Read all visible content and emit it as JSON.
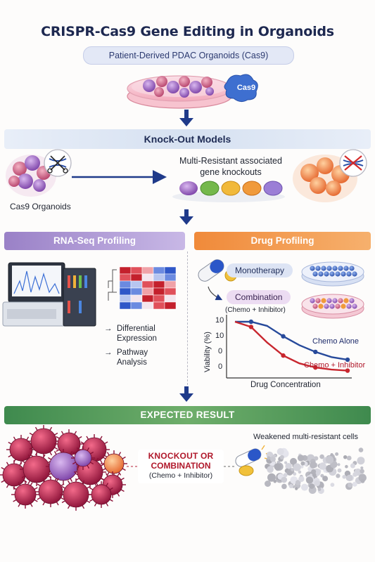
{
  "title": "CRISPR-Cas9 Gene Editing in Organoids",
  "source_pill": "Patient-Derived PDAC Organoids (Cas9)",
  "cas9_badge": "Cas9",
  "knockout": {
    "band": "Knock-Out Models",
    "organoids_label": "Cas9 Organoids",
    "multi_label_line1": "Multi-Resistant associated",
    "multi_label_line2": "gene knockouts"
  },
  "rna": {
    "band": "RNA-Seq Profiling",
    "bullet1_line1": "Differential",
    "bullet1_line2": "Expression",
    "bullet2_line1": "Pathway",
    "bullet2_line2": "Analysis"
  },
  "drug": {
    "band": "Drug Profiling",
    "monotherapy": "Monotherapy",
    "combination": "Combination",
    "combination_sub": "(Chemo + Inhibitor)"
  },
  "chart_data": {
    "type": "line",
    "xlabel": "Drug Concentration",
    "ylabel": "Viability (%)",
    "y_tick_labels": [
      "10",
      "10",
      "0",
      "0"
    ],
    "series": [
      {
        "name": "Chemo Alone",
        "color": "#274a9b",
        "x": [
          0,
          1,
          2,
          3,
          4,
          5,
          6,
          7
        ],
        "values": [
          100,
          100,
          92,
          72,
          55,
          42,
          32,
          27
        ]
      },
      {
        "name": "Chemo + Inhibitor",
        "color": "#c8262e",
        "x": [
          0,
          1,
          2,
          3,
          4,
          5,
          6,
          7
        ],
        "values": [
          100,
          90,
          60,
          35,
          20,
          12,
          8,
          6
        ]
      }
    ]
  },
  "result": {
    "band": "EXPECTED RESULT",
    "ko_line1": "KNOCKOUT OR",
    "ko_line2": "COMBINATION",
    "ko_sub": "(Chemo + Inhibitor)",
    "weakened": "Weakened multi-resistant cells"
  },
  "colors": {
    "navy": "#1d2850",
    "arrow_blue": "#1f3a8a",
    "purple_band": "#9a81c7",
    "orange_band": "#f08a3a",
    "green_band": "#4a9a58",
    "red_accent": "#b0182b"
  }
}
